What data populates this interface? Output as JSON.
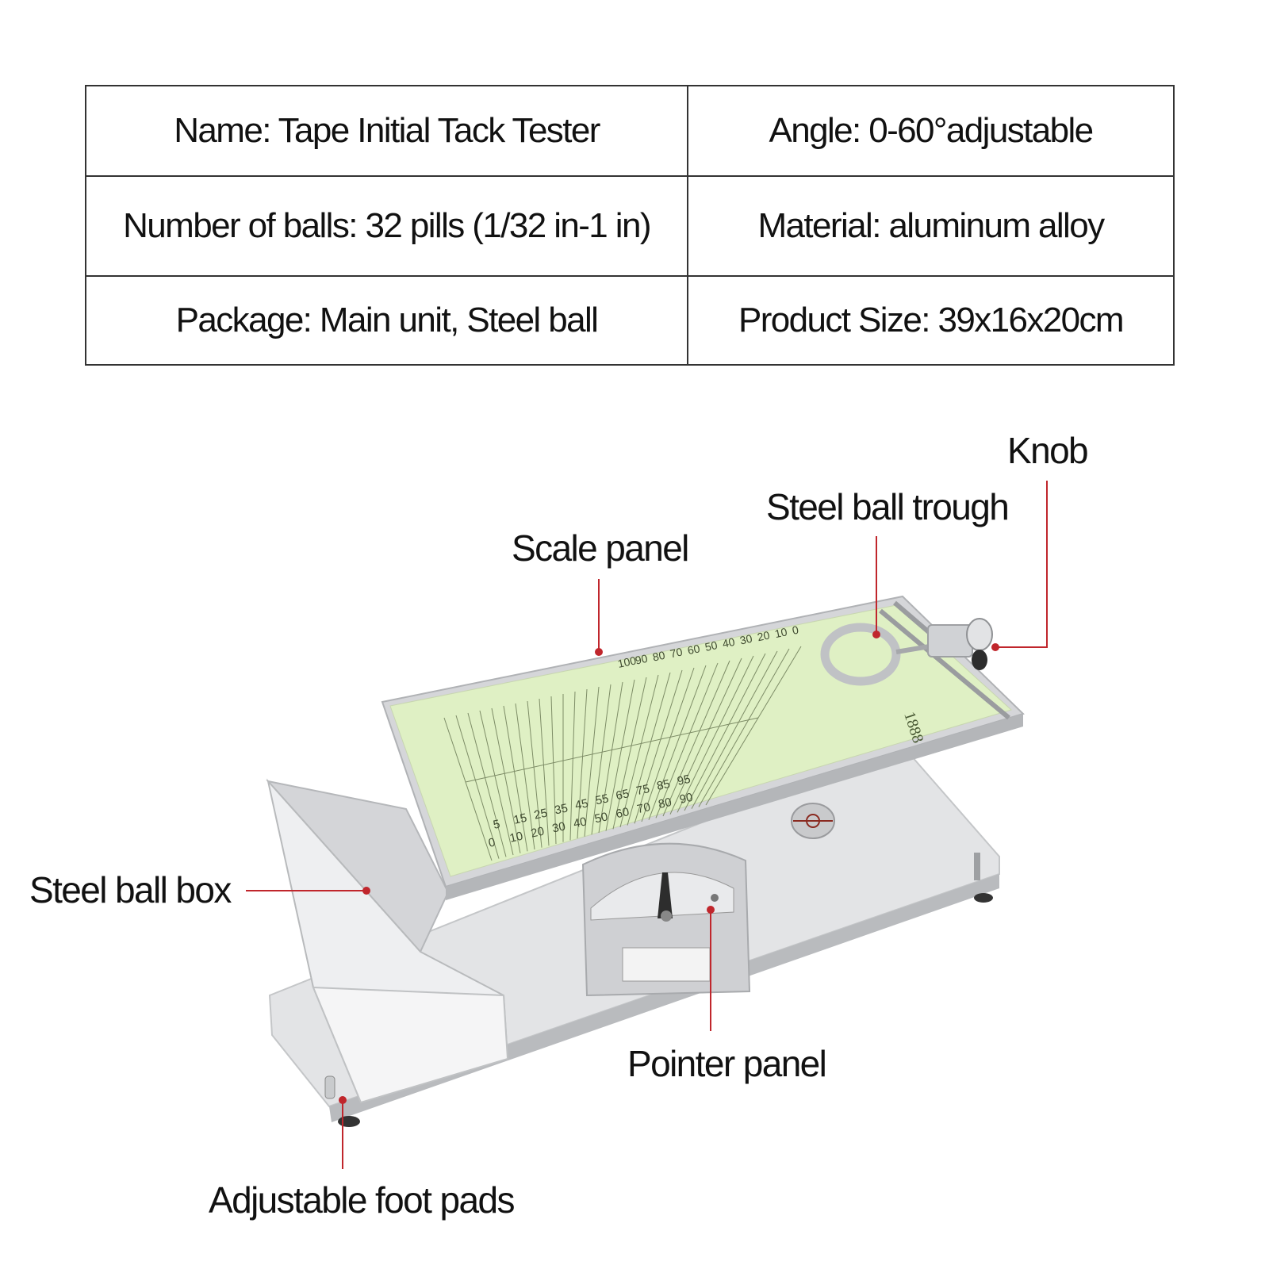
{
  "specs": {
    "rows": [
      {
        "left": "Name: Tape Initial Tack Tester",
        "right": "Angle: 0-60°adjustable"
      },
      {
        "left": "Number of balls: 32 pills (1/32 in-1 in)",
        "right": "Material: aluminum alloy"
      },
      {
        "left": "Package: Main unit, Steel ball",
        "right": "Product Size: 39x16x20cm"
      }
    ]
  },
  "callouts": {
    "knob": "Knob",
    "steel_ball_trough": "Steel ball trough",
    "scale_panel": "Scale panel",
    "steel_ball_box": "Steel ball box",
    "pointer_panel": "Pointer panel",
    "adjustable_foot_pads": "Adjustable foot pads"
  },
  "scale_text": {
    "top_row": [
      "100",
      "90",
      "80",
      "70",
      "60",
      "50",
      "40",
      "30",
      "20",
      "10",
      "0"
    ],
    "bottom_row1": [
      "5",
      "15",
      "25",
      "35",
      "45",
      "55",
      "65",
      "75",
      "85",
      "95"
    ],
    "bottom_row2": [
      "0",
      "10",
      "20",
      "30",
      "40",
      "50",
      "60",
      "70",
      "80",
      "90"
    ],
    "mark": "1888"
  },
  "colors": {
    "callout_line": "#c0262c",
    "scale_panel": "#dff0c4",
    "aluminum": "#d9dadc"
  }
}
